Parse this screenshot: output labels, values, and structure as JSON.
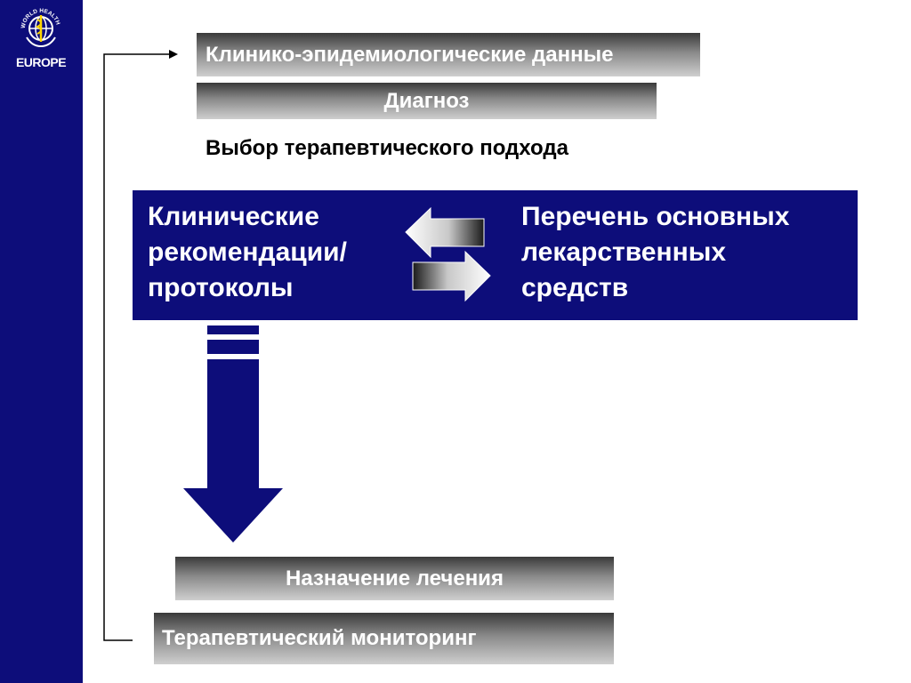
{
  "logo": {
    "arc_text": "WORLD HEALTH ORGANIZATION",
    "region": "EUROPE"
  },
  "steps": {
    "clinical_epidemiological_data": "Клинико-эпидемиологические данные",
    "diagnosis": "Диагноз",
    "treatment_choice": "Выбор терапевтического подхода",
    "prescription": "Назначение лечения",
    "therapeutic_monitoring": "Терапевтический мониторинг"
  },
  "main_box": {
    "left_text": "Клинические\nрекомендации/\nпротоколы",
    "right_text": "Перечень основных\nлекарственных\nсредств"
  },
  "colors": {
    "navy": "#0d0d7a",
    "bar_gradient_dark": "#3a3a3a",
    "bar_gradient_light": "#cfcfcf"
  }
}
